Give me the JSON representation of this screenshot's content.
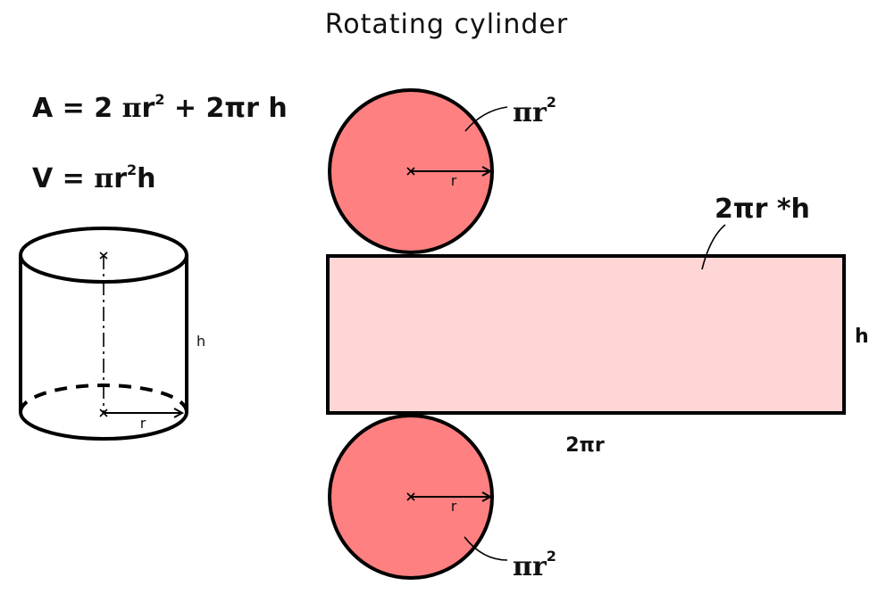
{
  "title": "Rotating cylinder",
  "formulas": {
    "area": {
      "prefix": "A = 2 ",
      "pi": "π",
      "r": "r",
      "exp": "2",
      "rest": " + 2πr h"
    },
    "volume": {
      "prefix": "V = ",
      "pi": "π",
      "r": "r",
      "exp": "2",
      "rest": "h"
    }
  },
  "labels": {
    "height": "h",
    "radius": "r",
    "lateral_area": "2πr *h",
    "circumference": "2πr",
    "circle_area_base": "πr",
    "circle_area_exp": "2"
  },
  "colors": {
    "circle_fill": "#ff8080",
    "rect_fill": "#ffd6d6",
    "stroke": "#000000"
  }
}
